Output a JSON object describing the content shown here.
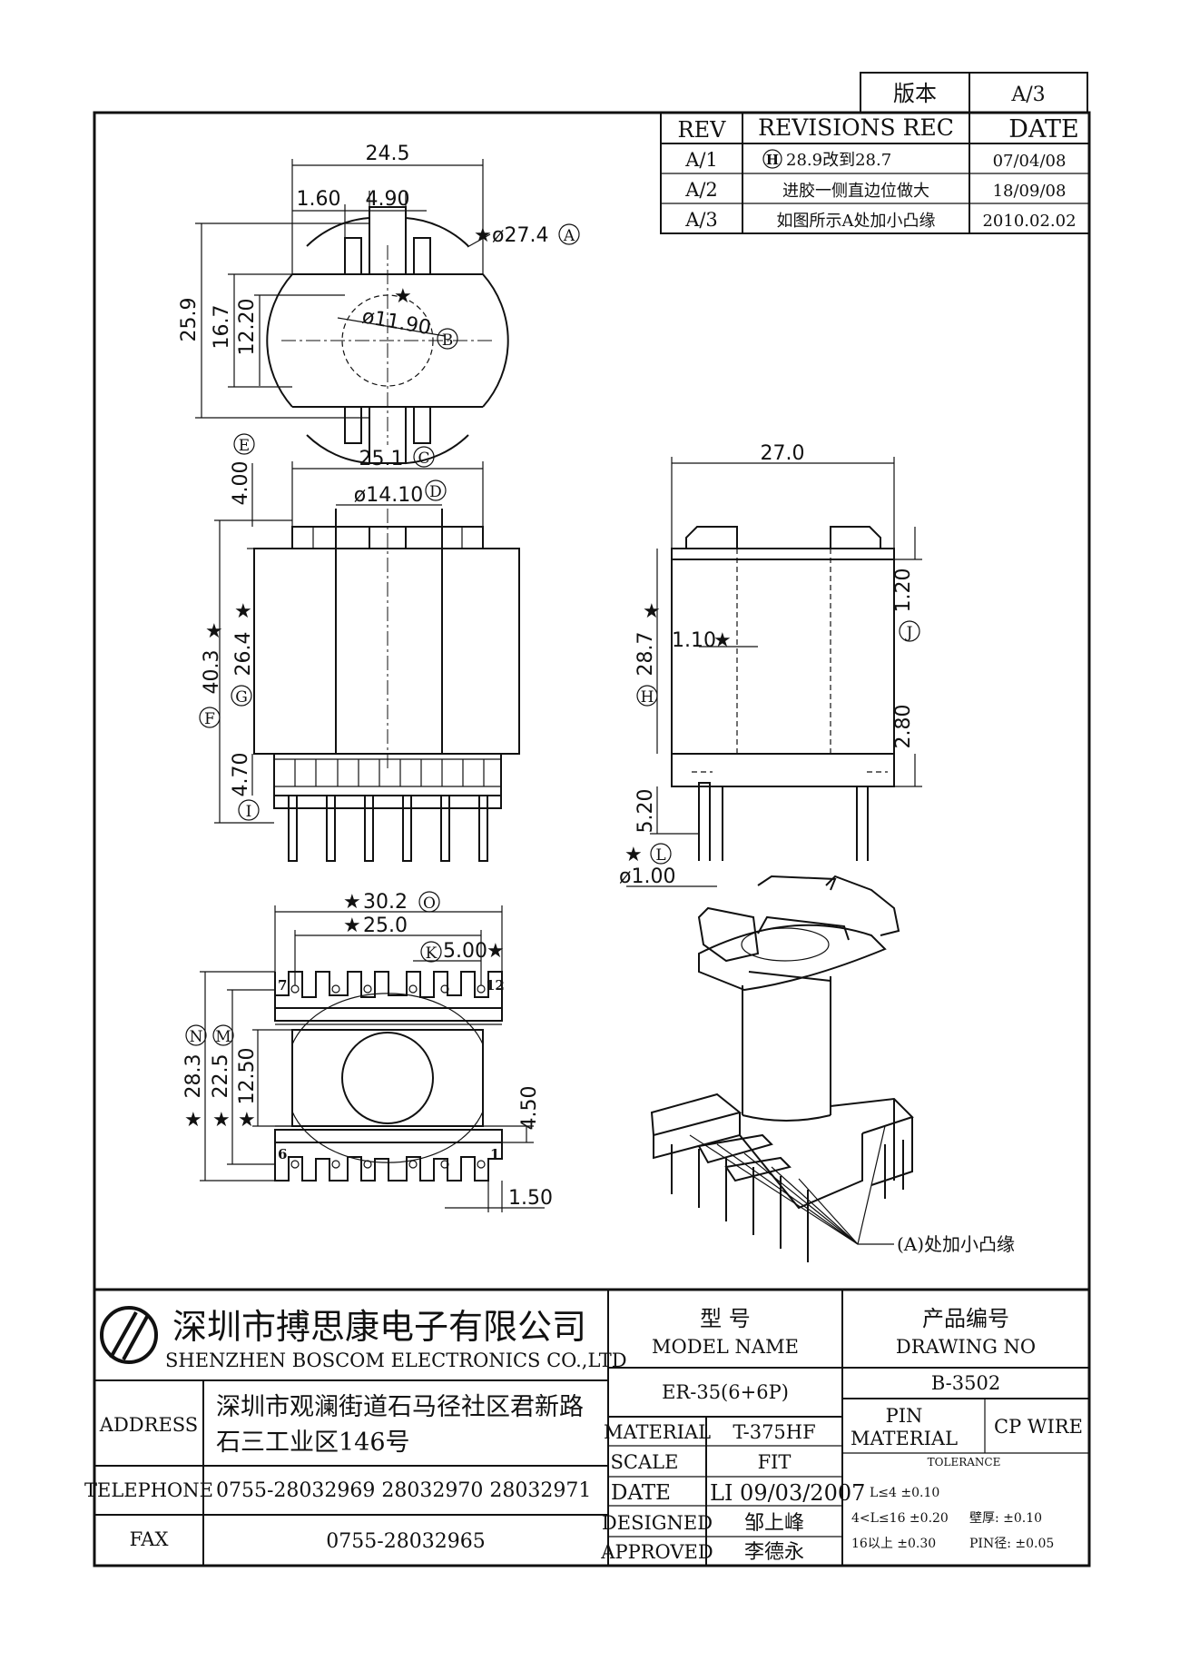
{
  "revision_box": {
    "label": "版本",
    "value": "A/3"
  },
  "revisions": {
    "headers": [
      "REV",
      "REVISIONS REC",
      "DATE"
    ],
    "rows": [
      {
        "rev": "A/1",
        "mark": "H",
        "desc": "28.9改到28.7",
        "date": "07/04/08"
      },
      {
        "rev": "A/2",
        "mark": "",
        "desc": "进胶一侧直边位做大",
        "date": "18/09/08"
      },
      {
        "rev": "A/3",
        "mark": "",
        "desc": "如图所示A处加小凸缘",
        "date": "2010.02.02"
      }
    ]
  },
  "dimensions": {
    "top": {
      "width": "24.5",
      "d1": "1.60",
      "d2": "4.90",
      "outer_dia": "ø27.4",
      "outer_mark": "A",
      "h_total": "25.9",
      "h_mid": "16.7",
      "h_in": "12.20",
      "inner_dia": "ø11.90",
      "inner_mark": "B"
    },
    "front": {
      "width": "25.1",
      "width_mark": "C",
      "bore": "ø14.10",
      "bore_mark": "D",
      "flange": "4.00",
      "flange_mark": "E",
      "total": "40.3",
      "total_mark": "F",
      "winding": "26.4",
      "winding_mark": "G",
      "base": "4.70",
      "base_mark": "I"
    },
    "side": {
      "width": "27.0",
      "wall": "1.10",
      "height": "28.7",
      "height_mark": "H",
      "top_flange": "1.20",
      "top_mark": "J",
      "base": "2.80",
      "pin_len": "5.20",
      "pin_dia": "ø1.00",
      "pin_mark": "L"
    },
    "bottom": {
      "span": "30.2",
      "span_mark": "O",
      "pitch_total": "25.0",
      "pitch": "5.00",
      "pitch_mark": "K",
      "pin_7": "7",
      "pin_12": "12",
      "pin_6": "6",
      "pin_1": "1",
      "h_total": "28.3",
      "h_total_mark": "N",
      "h_mid": "22.5",
      "h_mid_mark": "M",
      "h_in": "12.50",
      "slot": "4.50",
      "edge": "1.50"
    },
    "iso_note": "(A)处加小凸缘"
  },
  "title_block": {
    "company_cn": "深圳市搏思康电子有限公司",
    "company_en": "SHENZHEN BOSCOM ELECTRONICS CO.,LTD",
    "address_label": "ADDRESS",
    "address_1": "深圳市观澜街道石马径社区君新路",
    "address_2": "石三工业区146号",
    "telephone_label": "TELEPHONE",
    "telephone": "0755-28032969 28032970 28032971",
    "fax_label": "FAX",
    "fax": "0755-28032965",
    "model_cn": "型    号",
    "model_en": "MODEL NAME",
    "model": "ER-35(6+6P)",
    "drawing_cn": "产品编号",
    "drawing_en": "DRAWING NO",
    "drawing_no": "B-3502",
    "material_label": "MATERIAL",
    "material": "T-375HF",
    "scale_label": "SCALE",
    "scale": "FIT",
    "date_label": "DATE",
    "date": "LI 09/03/2007",
    "designed_label": "DESIGNED",
    "designed": "邹上峰",
    "approved_label": "APPROVED",
    "approved": "李德永",
    "pin_material_1": "PIN",
    "pin_material_2": "MATERIAL",
    "pin_material": "CP WIRE",
    "tolerance_label": "TOLERANCE",
    "tol_1": "L≤4  ±0.10",
    "tol_2": "4<L≤16  ±0.20",
    "tol_3": "16以上    ±0.30",
    "wall_tol": "壁厚:  ±0.10",
    "pin_tol": "PIN径:  ±0.05"
  }
}
